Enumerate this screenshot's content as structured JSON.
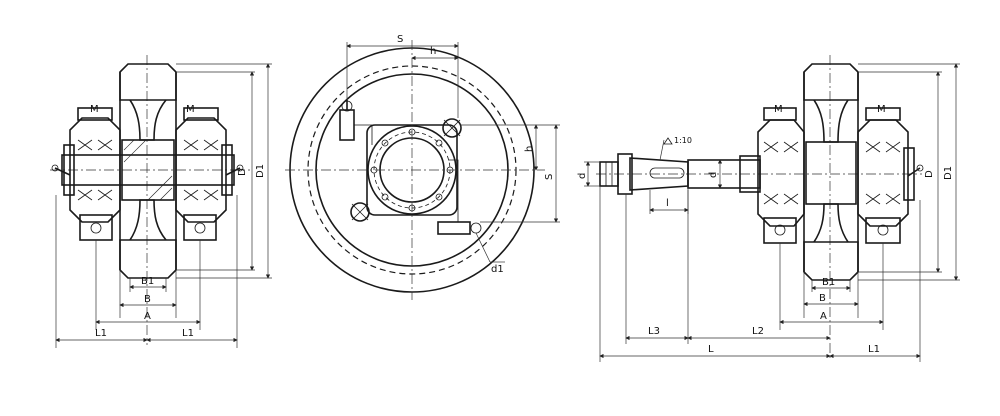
{
  "labels": {
    "M": "M",
    "D": "D",
    "D1": "D1",
    "B1": "B1",
    "B": "B",
    "A": "A",
    "L1": "L1",
    "S": "S",
    "h": "h",
    "d1": "d1",
    "d": "d",
    "l": "l",
    "L": "L",
    "L2": "L2",
    "L3": "L3",
    "taper": "1:10"
  }
}
